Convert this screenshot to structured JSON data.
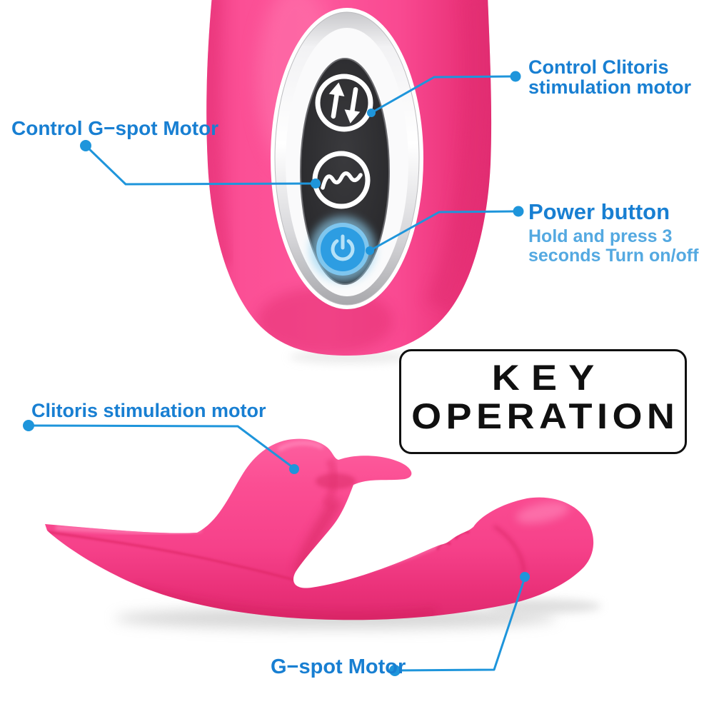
{
  "annotations": {
    "clitoris_control": {
      "line1": "Control Clitoris",
      "line2": "stimulation motor"
    },
    "gspot_control": {
      "label": "Control G−spot Motor"
    },
    "power": {
      "label": "Power button",
      "sub_line1": "Hold and press 3",
      "sub_line2": "seconds Turn on/off"
    },
    "clitoris_motor": {
      "label": "Clitoris stimulation motor"
    },
    "gspot_motor": {
      "label": "G−spot Motor"
    }
  },
  "title_box": {
    "line1": "KEY",
    "line2": "OPERATION"
  },
  "device_panel": {
    "buttons": [
      {
        "icon": "up-down-arrows-icon"
      },
      {
        "icon": "wave-pattern-icon"
      },
      {
        "icon": "power-icon"
      }
    ]
  },
  "colors": {
    "accent_blue": "#1e95db",
    "label_blue": "#187fd2",
    "sub_blue": "#54a9e1",
    "title_black": "#101010",
    "body_pink": "#fb4c92",
    "panel_black": "#2c2c2e",
    "power_blue": "#2d9de2"
  }
}
